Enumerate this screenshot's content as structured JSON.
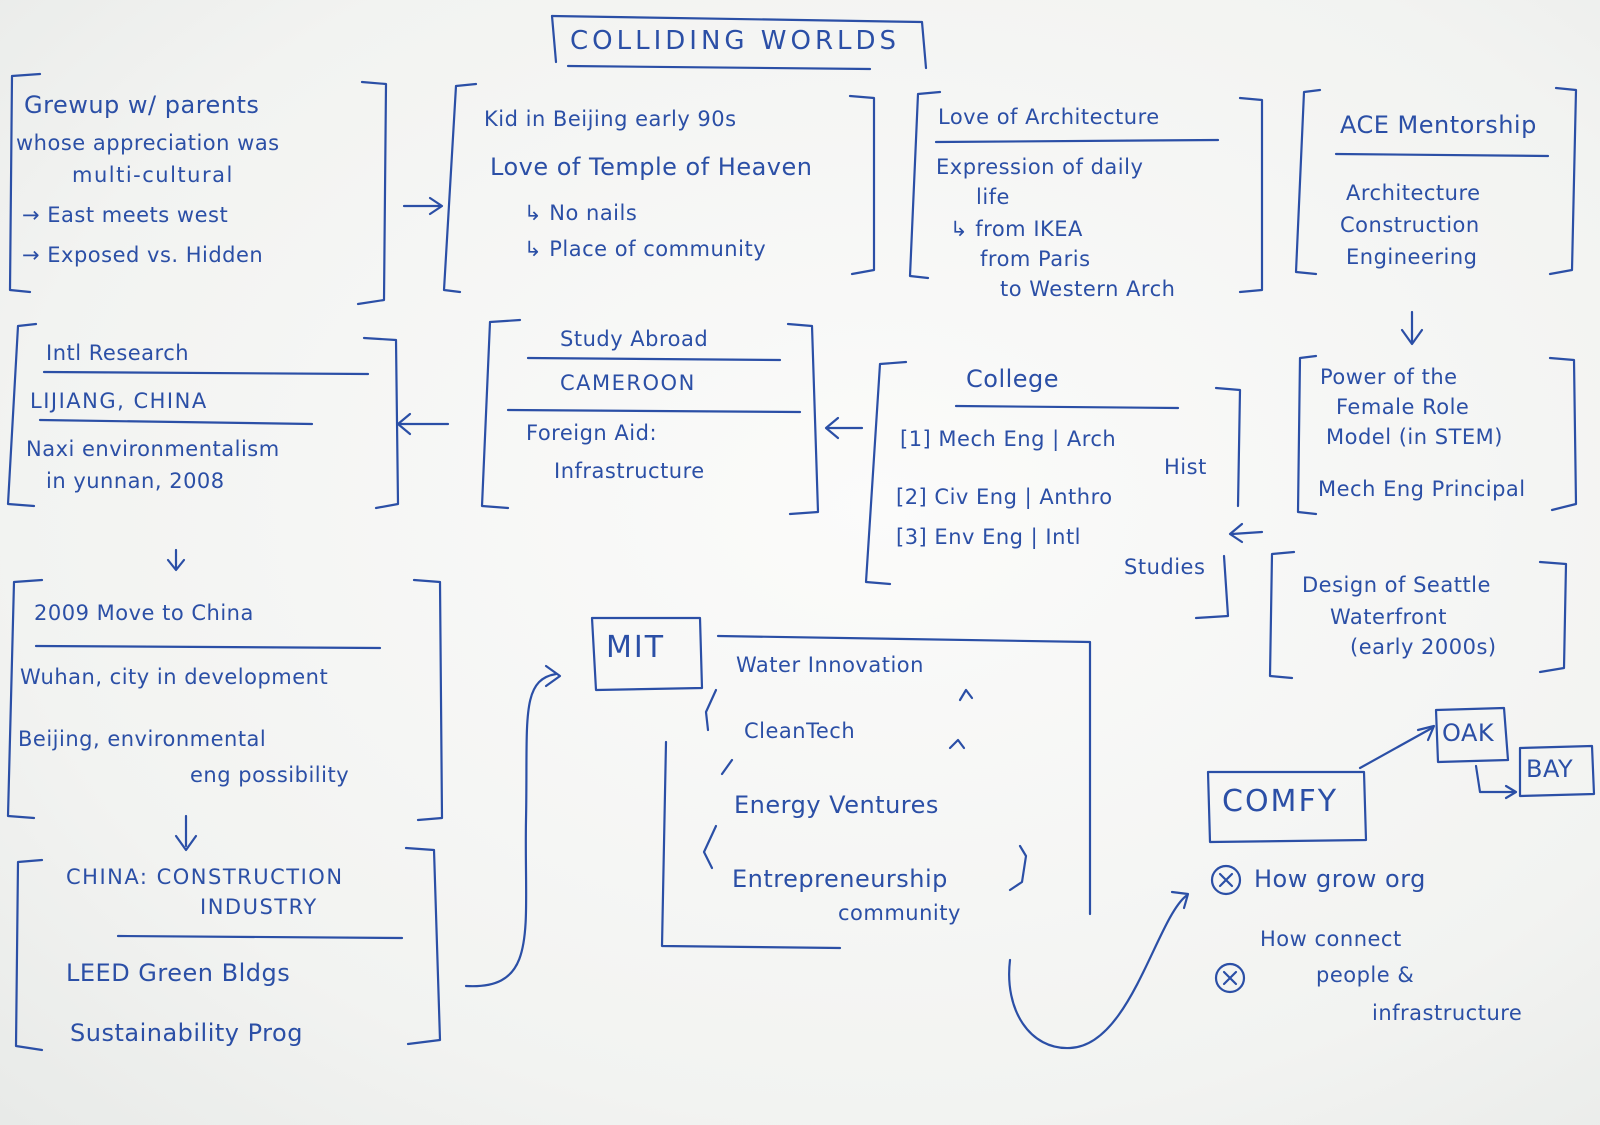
{
  "title": "COLLIDING WORLDS",
  "nodes": {
    "parents": {
      "line1": "Grewup w/ parents",
      "line2": "whose appreciation was",
      "line3": "multi-cultural",
      "line4": "→ East meets west",
      "line5": "→ Exposed vs. Hidden"
    },
    "kid_beijing": {
      "line1": "Kid in Beijing early 90s",
      "line2": "Love of Temple of Heaven",
      "line3": "↳ No nails",
      "line4": "↳ Place of community"
    },
    "architecture": {
      "line1": "Love of Architecture",
      "line2": "Expression of daily",
      "line3": "life",
      "line4": "↳ from IKEA",
      "line5": "from Paris",
      "line6": "to Western Arch"
    },
    "ace": {
      "title": "ACE Mentorship",
      "line1": "Architecture",
      "line2": "Construction",
      "line3": "Engineering"
    },
    "intl_research": {
      "line1": "Intl Research",
      "line2": "LIJIANG, CHINA",
      "line3": "Naxi environmentalism",
      "line4": "in yunnan, 2008"
    },
    "study_abroad": {
      "line1": "Study Abroad",
      "line2": "CAMEROON",
      "line3": "Foreign Aid:",
      "line4": "Infrastructure"
    },
    "college": {
      "title": "College",
      "line1": "[1] Mech Eng | Arch",
      "line2": "Hist",
      "line3": "[2] Civ Eng | Anthro",
      "line4": "[3] Env Eng | Intl",
      "line5": "Studies"
    },
    "female_role": {
      "line1": "Power of the",
      "line2": "Female Role",
      "line3": "Model (in STEM)",
      "line4": "Mech Eng Principal"
    },
    "seattle": {
      "line1": "Design of Seattle",
      "line2": "Waterfront",
      "line3": "(early 2000s)"
    },
    "move_china": {
      "line1": "2009 Move to China",
      "line2": "Wuhan, city in development",
      "line3": "Beijing, environmental",
      "line4": "eng possibility"
    },
    "construction": {
      "line1": "CHINA: CONSTRUCTION",
      "line2": "INDUSTRY",
      "line3": "LEED Green Bldgs",
      "line4": "Sustainability Prog"
    },
    "mit": {
      "label": "MIT",
      "line1": "Water Innovation",
      "line2": "CleanTech",
      "line3": "Energy Ventures",
      "line4": "Entrepreneurship",
      "line5": "community"
    },
    "comfy": {
      "label": "COMFY",
      "oak": "OAK",
      "bay": "BAY",
      "line1": "How grow org",
      "line2": "How connect",
      "line3": "people &",
      "line4": "infrastructure"
    }
  },
  "colors": {
    "ink": "#2b4fa6",
    "paper": "#f7f7f6"
  }
}
